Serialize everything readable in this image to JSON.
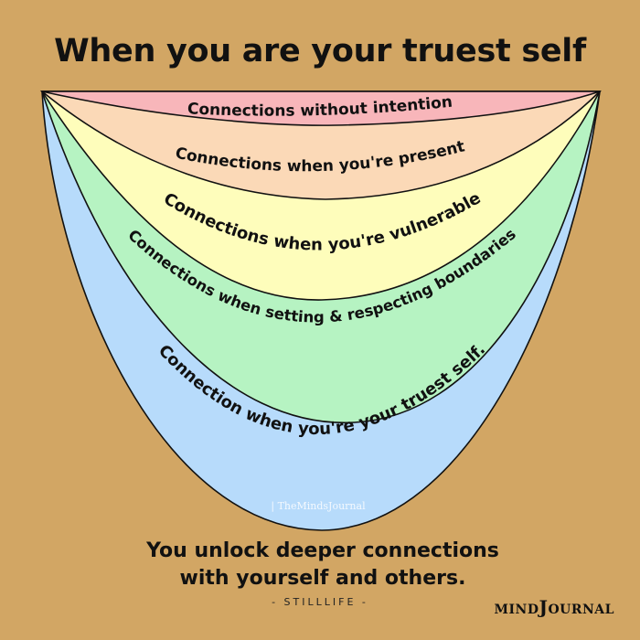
{
  "title": "When you are your truest self",
  "layers": [
    {
      "label": "Connections without intention",
      "color": "#F8B6BA"
    },
    {
      "label": "Connections when you're present",
      "color": "#FBD9B7"
    },
    {
      "label": "Connections when you're vulnerable",
      "color": "#FEFDBB"
    },
    {
      "label": "Connections when setting & respecting boundaries",
      "color": "#B6F3C2"
    },
    {
      "label": "Connection when you're your truest self.",
      "color": "#B7DBFB"
    }
  ],
  "watermark": "TheMindsJournal",
  "footer": {
    "line1": "You unlock deeper connections",
    "line2": "with yourself and others."
  },
  "credit": "- STILLLIFE -",
  "logo": {
    "mind": "MIND",
    "j": "J",
    "ournal": "OURNAL"
  }
}
